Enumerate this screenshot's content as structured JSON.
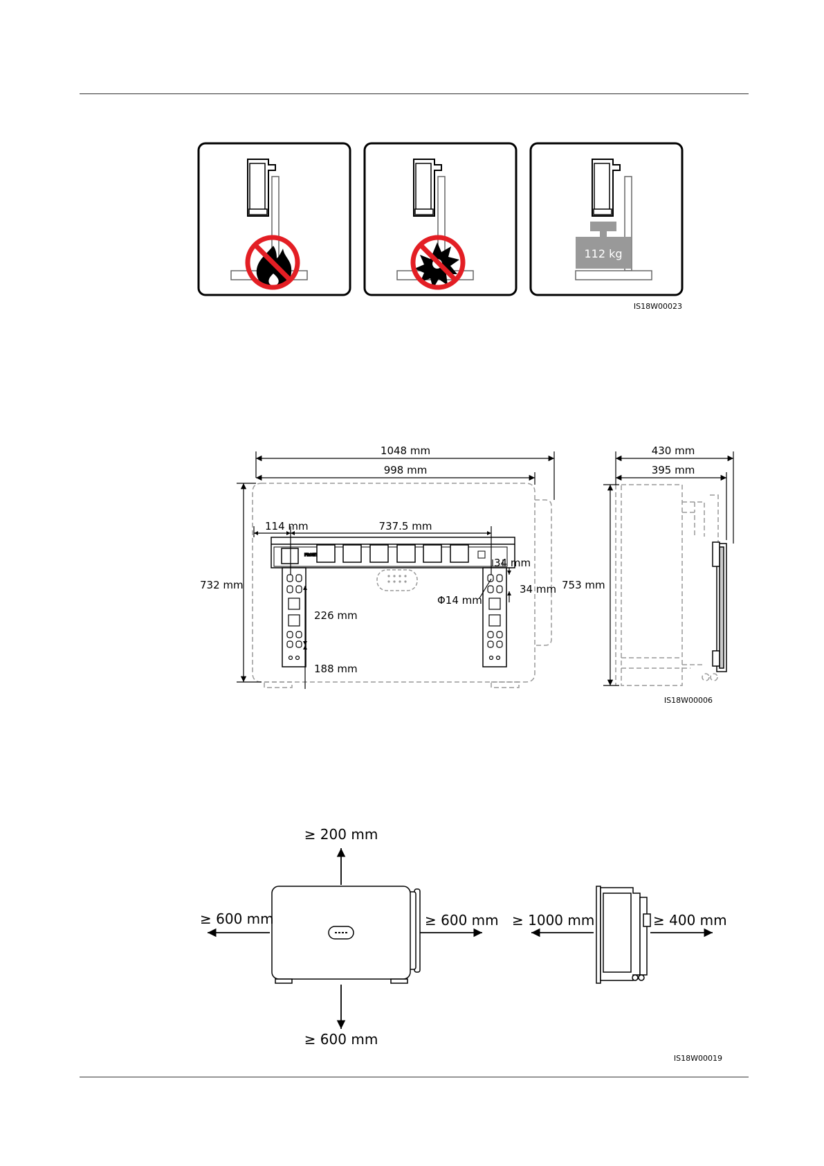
{
  "figure1": {
    "code": "IS18W00023",
    "weight_label": "112 kg"
  },
  "figure2": {
    "code": "IS18W00006",
    "dims": {
      "width_total": "1048 mm",
      "width_body": "998 mm",
      "depth_total": "430 mm",
      "depth_body": "395 mm",
      "left_offset": "114 mm",
      "hole_spacing": "737.5 mm",
      "height_body": "732 mm",
      "height_total": "753 mm",
      "slot_h": "34 mm",
      "slot_v": "34 mm",
      "hole_dia": "Φ14 mm",
      "bracket_mid": "226 mm",
      "bracket_low": "188 mm"
    },
    "panel_text": "FRONT"
  },
  "figure3": {
    "code": "IS18W00019",
    "clearances": {
      "top": "≥ 200 mm",
      "left": "≥ 600 mm",
      "right": "≥ 600 mm",
      "bottom": "≥ 600 mm",
      "front": "≥ 1000 mm",
      "back": "≥ 400 mm"
    }
  }
}
